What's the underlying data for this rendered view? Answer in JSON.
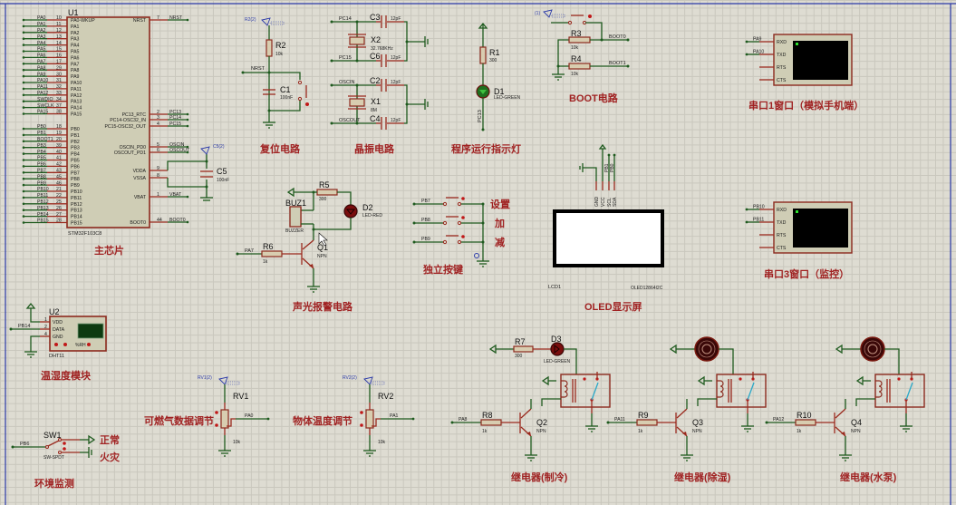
{
  "app": {
    "type": "schematic-editor",
    "sheet_border_color": "#2b3aa8"
  },
  "colors": {
    "wire": "#1e5a1e",
    "pin": "#9a2a1e",
    "title": "#a02222",
    "component_body": "#cfcdb5",
    "probe": "#2b3aa8",
    "terminal_screen": "#000000",
    "led_green": "#1f6f1f",
    "led_red": "#8a1010"
  },
  "mcu": {
    "ref": "U1",
    "part": "STM32F103C8",
    "title": "主芯片",
    "left_pins": [
      {
        "net": "PA0",
        "num": "10",
        "name": "PA0-WKUP"
      },
      {
        "net": "PA1",
        "num": "11",
        "name": "PA1"
      },
      {
        "net": "PA2",
        "num": "12",
        "name": "PA2"
      },
      {
        "net": "PA3",
        "num": "13",
        "name": "PA3"
      },
      {
        "net": "PA4",
        "num": "14",
        "name": "PA4"
      },
      {
        "net": "PA5",
        "num": "15",
        "name": "PA5"
      },
      {
        "net": "PA6",
        "num": "16",
        "name": "PA6"
      },
      {
        "net": "PA7",
        "num": "17",
        "name": "PA7"
      },
      {
        "net": "PA8",
        "num": "29",
        "name": "PA8"
      },
      {
        "net": "PA9",
        "num": "30",
        "name": "PA9"
      },
      {
        "net": "PA10",
        "num": "31",
        "name": "PA10"
      },
      {
        "net": "PA11",
        "num": "32",
        "name": "PA11"
      },
      {
        "net": "PA12",
        "num": "33",
        "name": "PA12"
      },
      {
        "net": "SWDIO",
        "num": "34",
        "name": "PA13"
      },
      {
        "net": "SWCLK",
        "num": "37",
        "name": "PA14"
      },
      {
        "net": "PA15",
        "num": "38",
        "name": "PA15"
      },
      {
        "net": "PB0",
        "num": "18",
        "name": "PB0"
      },
      {
        "net": "PB1",
        "num": "19",
        "name": "PB1"
      },
      {
        "net": "BOOT1",
        "num": "20",
        "name": "PB2"
      },
      {
        "net": "PB3",
        "num": "39",
        "name": "PB3"
      },
      {
        "net": "PB4",
        "num": "40",
        "name": "PB4"
      },
      {
        "net": "PB5",
        "num": "41",
        "name": "PB5"
      },
      {
        "net": "PB6",
        "num": "42",
        "name": "PB6"
      },
      {
        "net": "PB7",
        "num": "43",
        "name": "PB7"
      },
      {
        "net": "PB8",
        "num": "45",
        "name": "PB8"
      },
      {
        "net": "PB9",
        "num": "46",
        "name": "PB9"
      },
      {
        "net": "PB10",
        "num": "21",
        "name": "PB10"
      },
      {
        "net": "PB11",
        "num": "22",
        "name": "PB11"
      },
      {
        "net": "PB12",
        "num": "25",
        "name": "PB12"
      },
      {
        "net": "PB13",
        "num": "26",
        "name": "PB13"
      },
      {
        "net": "PB14",
        "num": "27",
        "name": "PB14"
      },
      {
        "net": "PB15",
        "num": "28",
        "name": "PB15"
      }
    ],
    "right_pins": [
      {
        "net": "NRST",
        "num": "7",
        "name": "NRST"
      },
      {
        "net": "PC13",
        "num": "2",
        "name": "PC13_RTC"
      },
      {
        "net": "PC14",
        "num": "3",
        "name": "PC14-OSC32_IN"
      },
      {
        "net": "PC15",
        "num": "4",
        "name": "PC15-OSC32_OUT"
      },
      {
        "net": "OSCIN",
        "num": "5",
        "name": "OSCIN_PD0"
      },
      {
        "net": "OSCOUT",
        "num": "6",
        "name": "OSCOUT_PD1"
      },
      {
        "net": "",
        "num": "9",
        "name": "VDDA"
      },
      {
        "net": "",
        "num": "8",
        "name": "VSSA"
      },
      {
        "net": "VBAT",
        "num": "1",
        "name": "VBAT"
      },
      {
        "net": "BOOT0",
        "num": "44",
        "name": "BOOT0"
      }
    ],
    "decoupling": {
      "ref": "C5",
      "value": "100nF",
      "probe": "C5(2)"
    }
  },
  "reset": {
    "title": "复位电路",
    "probe": "R2(2)",
    "net": "NRST",
    "r": {
      "ref": "R2",
      "value": "10k"
    },
    "c": {
      "ref": "C1",
      "value": "100nF"
    }
  },
  "crystal": {
    "title": "晶振电路",
    "low": {
      "ref": "X2",
      "value": "32.768KHz",
      "net_a": "PC14",
      "net_b": "PC15",
      "c_a": {
        "ref": "C3",
        "value": "12pF"
      },
      "c_b": {
        "ref": "C6",
        "value": "12pF"
      }
    },
    "high": {
      "ref": "X1",
      "value": "8M",
      "net_a": "OSCIN",
      "net_b": "OSCOUT",
      "c_a": {
        "ref": "C2",
        "value": "12pF"
      },
      "c_b": {
        "ref": "C4",
        "value": "12pF"
      }
    }
  },
  "run_led": {
    "title": "程序运行指示灯",
    "r": {
      "ref": "R1",
      "value": "300"
    },
    "led": {
      "ref": "D1",
      "value": "LED-GREEN"
    },
    "net": "PC13"
  },
  "boot": {
    "title": "BOOT电路",
    "probe": "(1)",
    "r3": {
      "ref": "R3",
      "value": "10k",
      "net": "BOOT0"
    },
    "r4": {
      "ref": "R4",
      "value": "10k",
      "net": "BOOT1"
    }
  },
  "uart1": {
    "title": "串口1窗口（模拟手机端）",
    "nets": [
      "PA9",
      "PA10"
    ],
    "pins": [
      "RXD",
      "TXD",
      "RTS",
      "CTS"
    ]
  },
  "uart3": {
    "title": "串口3窗口（监控）",
    "nets": [
      "PB10",
      "PB11"
    ],
    "pins": [
      "RXD",
      "TXD",
      "RTS",
      "CTS"
    ]
  },
  "alarm": {
    "title": "声光报警电路",
    "buzzer": {
      "ref": "BUZ1",
      "value": "BUZZER"
    },
    "r5": {
      "ref": "R5",
      "value": "300"
    },
    "led": {
      "ref": "D2",
      "value": "LED-RED"
    },
    "r6": {
      "ref": "R6",
      "value": "1k",
      "net": "PA7"
    },
    "q": {
      "ref": "Q1",
      "value": "NPN"
    }
  },
  "keys": {
    "title": "独立按键",
    "items": [
      {
        "net": "PB7",
        "label": "设置"
      },
      {
        "net": "PB8",
        "label": "加"
      },
      {
        "net": "PB9",
        "label": "减"
      }
    ]
  },
  "oled": {
    "title": "OLED显示屏",
    "ref": "LCD1",
    "part": "OLED12864I2C",
    "pins": [
      "GND",
      "VCC",
      "SCL",
      "SDA"
    ],
    "nets": [
      "PB1",
      "PB0"
    ]
  },
  "dht": {
    "title": "温湿度模块",
    "ref": "U2",
    "part": "DHT11",
    "net": "PB14",
    "pins": [
      {
        "num": "1",
        "name": "VDD"
      },
      {
        "num": "2",
        "name": "DATA"
      },
      {
        "num": "4",
        "name": "GND"
      }
    ],
    "readout_label": "%RH"
  },
  "env": {
    "title": "环境监测",
    "ref": "SW1",
    "part": "SW-SPDT",
    "net": "PB6",
    "states": [
      "正常",
      "火灾"
    ]
  },
  "pot1": {
    "title": "可燃气数据调节",
    "ref": "RV1",
    "value": "10k",
    "probe": "RV1(2)",
    "net": "PA0"
  },
  "pot2": {
    "title": "物体温度调节",
    "ref": "RV2",
    "value": "10k",
    "probe": "RV2(2)",
    "net": "PA1"
  },
  "relays": [
    {
      "title": "继电器(制冷)",
      "net": "PA8",
      "r": {
        "ref": "R8",
        "value": "1k"
      },
      "q": {
        "ref": "Q2",
        "value": "NPN"
      },
      "load": {
        "type": "led",
        "ref": "D3",
        "value": "LED-GREEN",
        "r": {
          "ref": "R7",
          "value": "300"
        }
      }
    },
    {
      "title": "继电器(除湿)",
      "net": "PA11",
      "r": {
        "ref": "R9",
        "value": "1k"
      },
      "q": {
        "ref": "Q3",
        "value": "NPN"
      },
      "load": {
        "type": "motor"
      }
    },
    {
      "title": "继电器(水泵)",
      "net": "PA12",
      "r": {
        "ref": "R10",
        "value": "1k"
      },
      "q": {
        "ref": "Q4",
        "value": "NPN"
      },
      "load": {
        "type": "motor"
      }
    }
  ]
}
